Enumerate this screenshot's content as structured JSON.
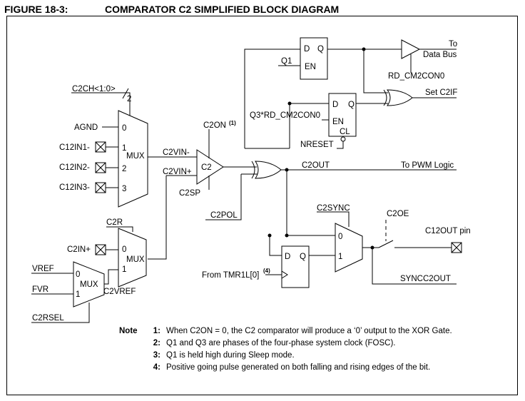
{
  "header": {
    "figure_number": "FIGURE 18-3:",
    "title": "COMPARATOR C2 SIMPLIFIED BLOCK DIAGRAM"
  },
  "labels": {
    "c2ch": "C2CH<1:0>",
    "bus2": "2",
    "agnd": "AGND",
    "c12in1": "C12IN1-",
    "c12in2": "C12IN2-",
    "c12in3": "C12IN3-",
    "mux": "MUX",
    "mux_in0": "0",
    "mux_in1": "1",
    "mux_in2": "2",
    "mux_in3": "3",
    "c2vin_minus": "C2VIN-",
    "c2vin_plus": "C2VIN+",
    "c2on": "C2ON",
    "c2on_note": "(1)",
    "c2": "C2",
    "c2sp": "C2SP",
    "c2pol": "C2POL",
    "c2out": "C2OUT",
    "to_pwm": "To PWM Logic",
    "q1": "Q1",
    "d": "D",
    "q": "Q",
    "en": "EN",
    "to": "To",
    "data_bus": "Data Bus",
    "rd_cm2con0": "RD_CM2CON0",
    "set_c2if": "Set C2IF",
    "q3_rd": "Q3*RD_CM2CON0",
    "cl": "CL",
    "nreset": "NRESET",
    "c2r": "C2R",
    "c2in_plus": "C2IN+",
    "vref": "VREF",
    "fvr": "FVR",
    "c2vref": "C2VREF",
    "c2rsel": "C2RSEL",
    "c2sync": "C2SYNC",
    "c2oe": "C2OE",
    "c12out_pin": "C12OUT pin",
    "from_tmr1l": "From TMR1L[0]",
    "tmr_note": "(4)",
    "syncc2out": "SYNCC2OUT"
  },
  "notes": {
    "heading": "Note",
    "items": [
      {
        "num": "1:",
        "text": "When C2ON = 0, the C2 comparator will produce a ‘0’ output to the XOR Gate."
      },
      {
        "num": "2:",
        "text": "Q1 and Q3 are phases of the four-phase system clock (FOSC)."
      },
      {
        "num": "3:",
        "text": "Q1 is held high during Sleep mode."
      },
      {
        "num": "4:",
        "text": "Positive going pulse generated on both falling and rising edges of the bit."
      }
    ]
  }
}
